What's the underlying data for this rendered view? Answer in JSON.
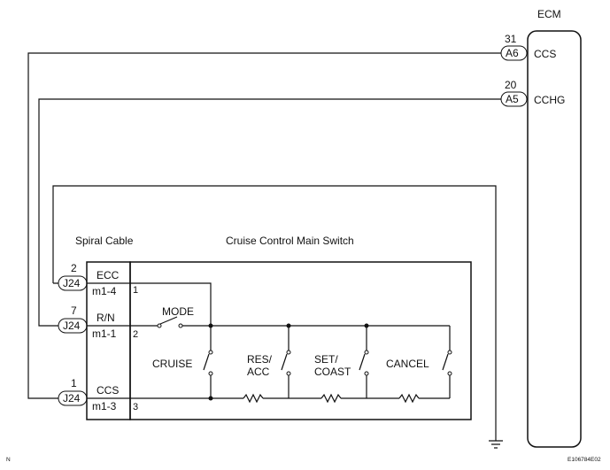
{
  "ecm": {
    "title": "ECM",
    "pins": [
      {
        "number": "31",
        "connector": "A6",
        "signal": "CCS"
      },
      {
        "number": "20",
        "connector": "A5",
        "signal": "CCHG"
      }
    ]
  },
  "spiral_cable": {
    "title": "Spiral Cable",
    "rows": [
      {
        "pin_number": "2",
        "connector": "J24",
        "signal": "ECC",
        "terminal": "m1-4"
      },
      {
        "pin_number": "7",
        "connector": "J24",
        "signal": "R/N",
        "terminal": "m1-1"
      },
      {
        "pin_number": "1",
        "connector": "J24",
        "signal": "CCS",
        "terminal": "m1-3"
      }
    ]
  },
  "main_switch": {
    "title": "Cruise Control Main Switch",
    "terminals": [
      "1",
      "2",
      "3"
    ],
    "mode_label": "MODE",
    "switch_labels": {
      "cruise": "CRUISE",
      "res_line1": "RES/",
      "res_line2": "ACC",
      "set_line1": "SET/",
      "set_line2": "COAST",
      "cancel": "CANCEL"
    }
  },
  "footer": {
    "left": "N",
    "right": "E106784E02"
  }
}
